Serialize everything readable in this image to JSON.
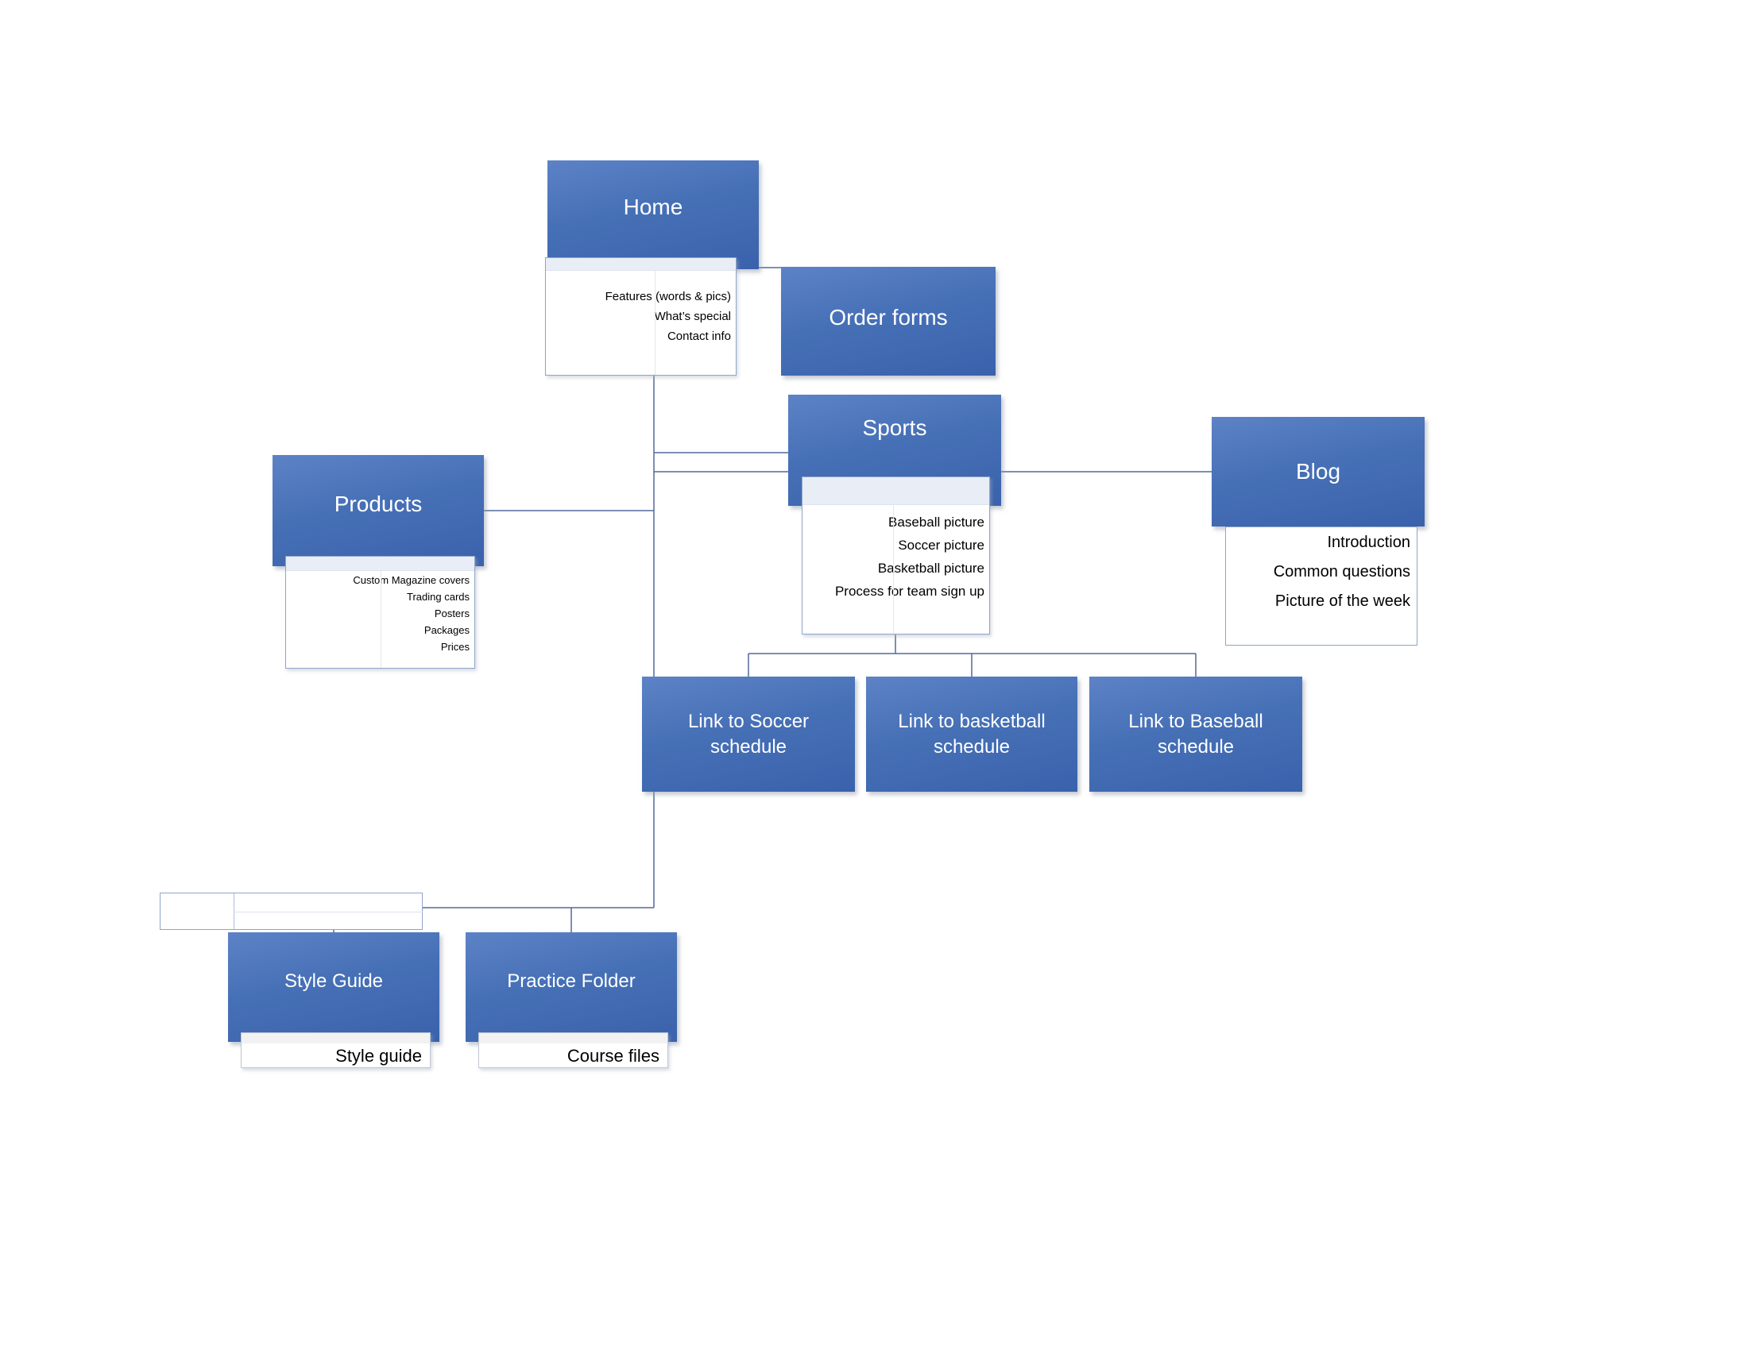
{
  "nodes": {
    "home": {
      "title": "Home",
      "items": [
        "Features (words & pics)",
        "What’s special",
        "Contact info"
      ]
    },
    "order_forms": {
      "title": "Order forms"
    },
    "sports": {
      "title": "Sports",
      "items": [
        "Baseball picture",
        "Soccer picture",
        "Basketball picture",
        "Process for team sign up"
      ]
    },
    "blog": {
      "title": "Blog",
      "items": [
        "Introduction",
        "Common questions",
        "Picture of the week"
      ]
    },
    "products": {
      "title": "Products",
      "items": [
        "Custom Magazine covers",
        "Trading cards",
        "Posters",
        "Packages",
        "Prices"
      ]
    },
    "link_soccer": {
      "title": "Link to Soccer schedule"
    },
    "link_basketball": {
      "title": "Link to basketball schedule"
    },
    "link_baseball": {
      "title": "Link to Baseball schedule"
    },
    "style_guide": {
      "title": "Style Guide",
      "sub_label": "Style guide"
    },
    "practice_folder": {
      "title": "Practice Folder",
      "sub_label": "Course files"
    }
  },
  "colors": {
    "background": "#ffffff",
    "node_gradient_top": "#5d82c6",
    "node_gradient_mid": "#4670b6",
    "node_gradient_bottom": "#3a62ac",
    "connector": "#53699b",
    "table_border": "#8fa5c9",
    "table_divider": "#e6e6e6",
    "band_fill": "#e9edf6",
    "subband_header": "#f2f2f2",
    "text_title": "#ffffff",
    "text_item": "#000000"
  }
}
